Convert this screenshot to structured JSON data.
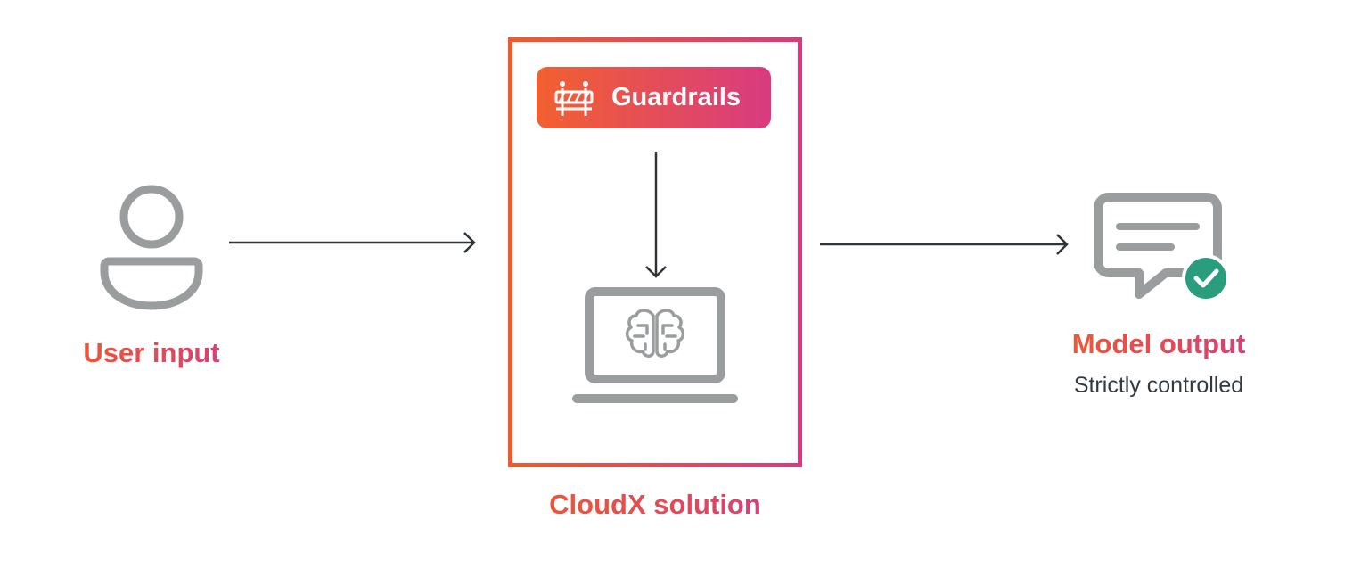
{
  "nodes": {
    "user": {
      "label": "User input",
      "icon": "user-icon"
    },
    "solution": {
      "label": "CloudX solution",
      "icon": "laptop-brain-icon"
    },
    "guardrails": {
      "label": "Guardrails",
      "icon": "barrier-icon"
    },
    "output": {
      "label": "Model output",
      "sublabel": "Strictly controlled",
      "icon": "chat-check-icon"
    }
  },
  "edges": [
    {
      "from": "user",
      "to": "solution"
    },
    {
      "from": "guardrails",
      "to": "solution"
    },
    {
      "from": "solution",
      "to": "output"
    }
  ],
  "colors": {
    "gradient_start": "#f15a2b",
    "gradient_end": "#d83b7d",
    "icon_gray": "#9a9d9d",
    "arrow": "#2f353a",
    "check_green": "#2a9d7f"
  }
}
